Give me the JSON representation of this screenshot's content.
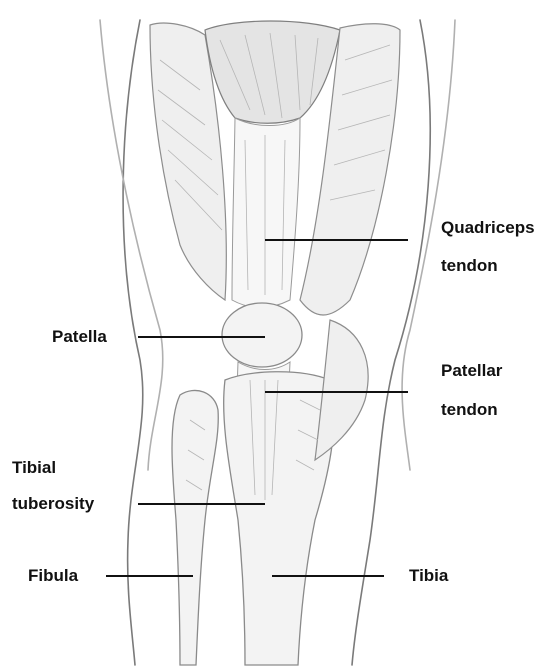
{
  "labels": {
    "quadriceps_line1": "Quadriceps",
    "quadriceps_line2": "tendon",
    "patella": "Patella",
    "patellar_line1": "Patellar",
    "patellar_line2": "tendon",
    "tibial_line1": "Tibial",
    "tibial_line2": "tuberosity",
    "fibula": "Fibula",
    "tibia": "Tibia"
  }
}
